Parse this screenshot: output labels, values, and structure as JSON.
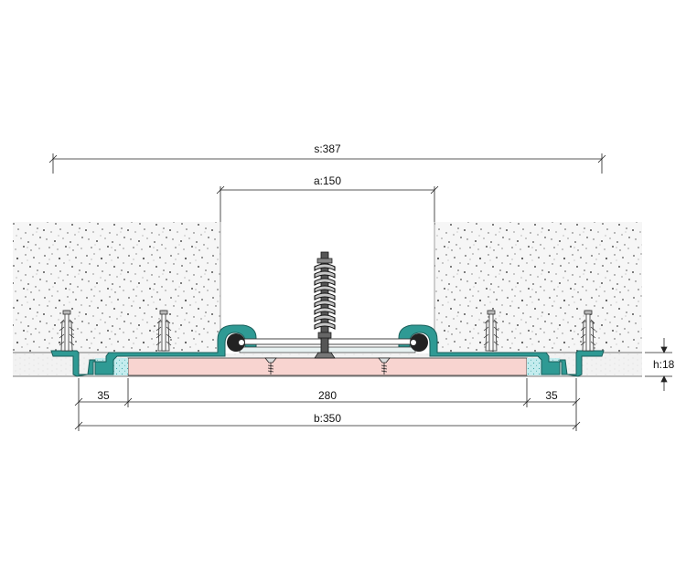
{
  "drawing": {
    "dimensions": {
      "total_span": "s:387",
      "opening_width": "a:150",
      "base_width": "b:350",
      "left_flange": "35",
      "center_section": "280",
      "right_flange": "35",
      "height": "h:18"
    }
  },
  "colors": {
    "profile_teal": "#2f9a94",
    "profile_outline": "#1a5f5b",
    "insert_pink": "#f8d4d0",
    "filler_teal": "#bde9ec",
    "concrete_bg": "#f4f4f4",
    "screed": "#efefef"
  }
}
